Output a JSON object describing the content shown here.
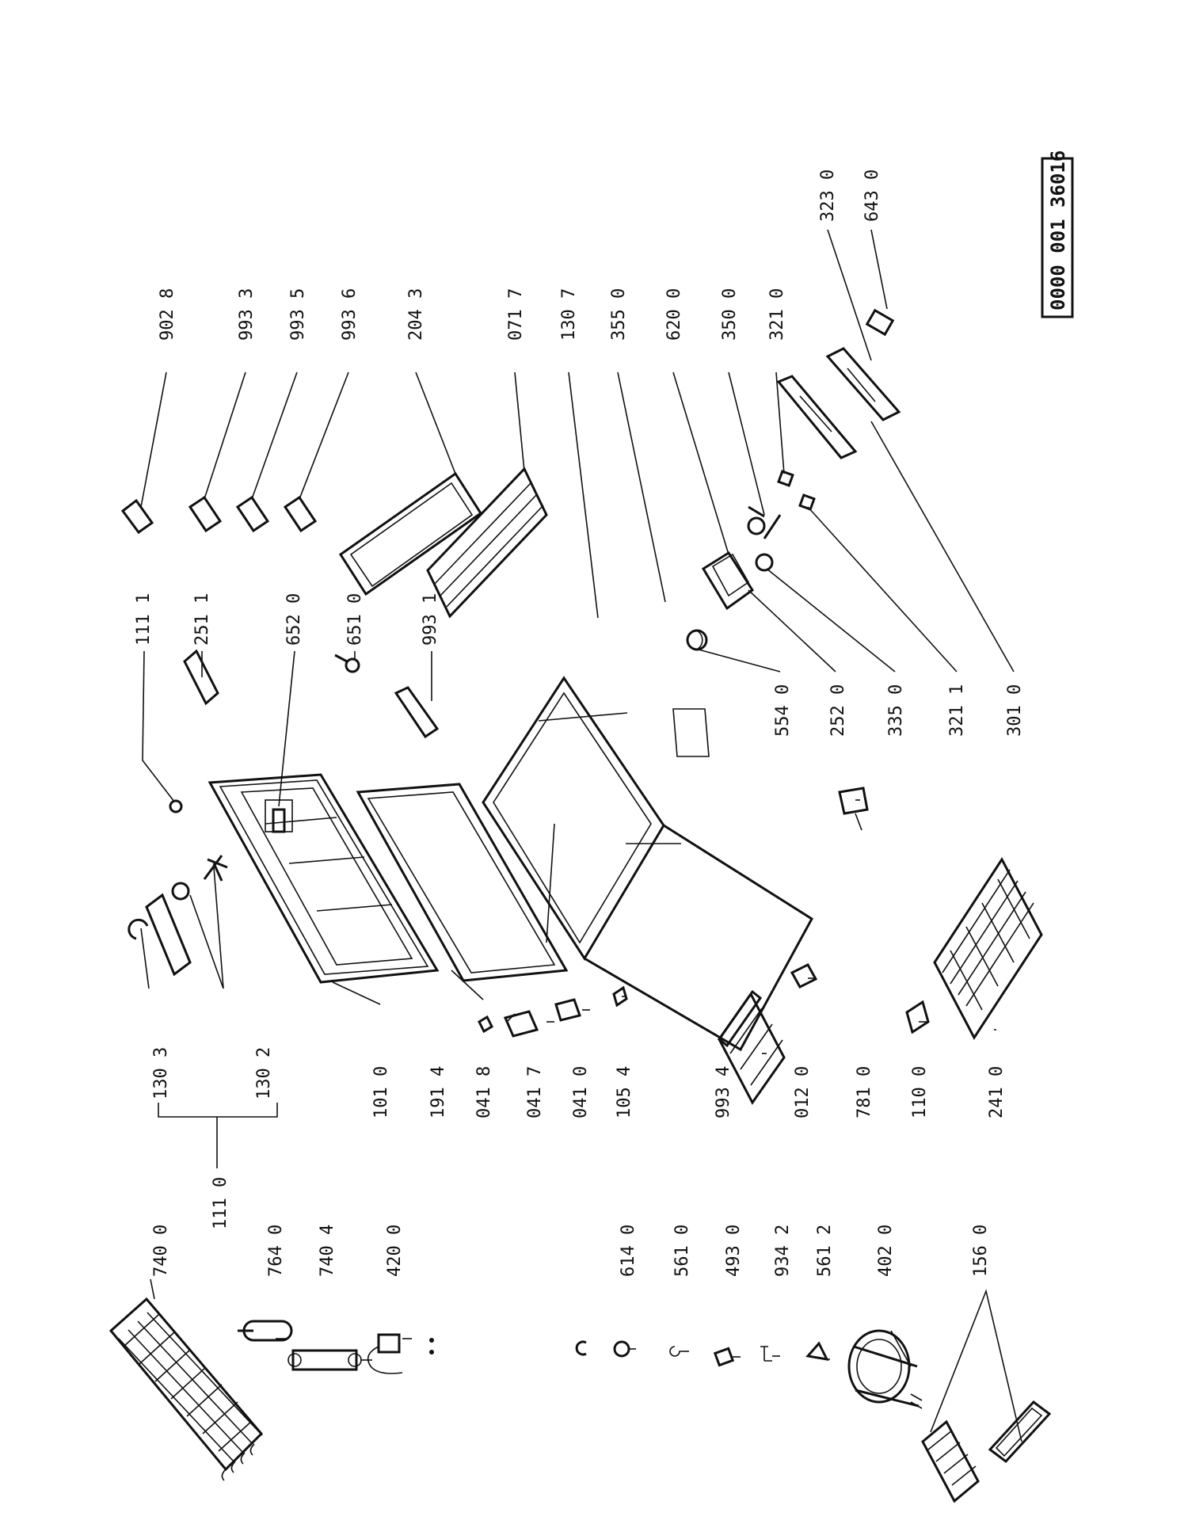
{
  "document_code": "0000 001 36016",
  "parts": [
    {
      "id": "p7400",
      "label": "740 0"
    },
    {
      "id": "p7640",
      "label": "764 0"
    },
    {
      "id": "p7404",
      "label": "740 4"
    },
    {
      "id": "p4200",
      "label": "420 0"
    },
    {
      "id": "p6140",
      "label": "614 0"
    },
    {
      "id": "p5610",
      "label": "561 0"
    },
    {
      "id": "p4930",
      "label": "493 0"
    },
    {
      "id": "p9342",
      "label": "934 2"
    },
    {
      "id": "p5612",
      "label": "561 2"
    },
    {
      "id": "p4020",
      "label": "402 0"
    },
    {
      "id": "p1560",
      "label": "156 0"
    },
    {
      "id": "p1110",
      "label": "111 0"
    },
    {
      "id": "p1303",
      "label": "130 3"
    },
    {
      "id": "p1302",
      "label": "130 2"
    },
    {
      "id": "p1010",
      "label": "101 0"
    },
    {
      "id": "p1914",
      "label": "191 4"
    },
    {
      "id": "p0418",
      "label": "041 8"
    },
    {
      "id": "p0417",
      "label": "041 7"
    },
    {
      "id": "p0410",
      "label": "041 0"
    },
    {
      "id": "p1054",
      "label": "105 4"
    },
    {
      "id": "p9934",
      "label": "993 4"
    },
    {
      "id": "p0120",
      "label": "012 0"
    },
    {
      "id": "p7810",
      "label": "781 0"
    },
    {
      "id": "p1100",
      "label": "110 0"
    },
    {
      "id": "p2410",
      "label": "241 0"
    },
    {
      "id": "p1111",
      "label": "111 1"
    },
    {
      "id": "p2511",
      "label": "251 1"
    },
    {
      "id": "p6520",
      "label": "652 0"
    },
    {
      "id": "p6510",
      "label": "651 0"
    },
    {
      "id": "p9931",
      "label": "993 1"
    },
    {
      "id": "p5540",
      "label": "554 0"
    },
    {
      "id": "p2520",
      "label": "252 0"
    },
    {
      "id": "p3350",
      "label": "335 0"
    },
    {
      "id": "p3211",
      "label": "321 1"
    },
    {
      "id": "p3010",
      "label": "301 0"
    },
    {
      "id": "p9028",
      "label": "902 8"
    },
    {
      "id": "p9933",
      "label": "993 3"
    },
    {
      "id": "p9935",
      "label": "993 5"
    },
    {
      "id": "p9936",
      "label": "993 6"
    },
    {
      "id": "p2043",
      "label": "204 3"
    },
    {
      "id": "p0717",
      "label": "071 7"
    },
    {
      "id": "p1307",
      "label": "130 7"
    },
    {
      "id": "p3550",
      "label": "355 0"
    },
    {
      "id": "p6200",
      "label": "620 0"
    },
    {
      "id": "p3500",
      "label": "350 0"
    },
    {
      "id": "p3210",
      "label": "321 0"
    },
    {
      "id": "p3230",
      "label": "323 0"
    },
    {
      "id": "p6430",
      "label": "643 0"
    }
  ]
}
